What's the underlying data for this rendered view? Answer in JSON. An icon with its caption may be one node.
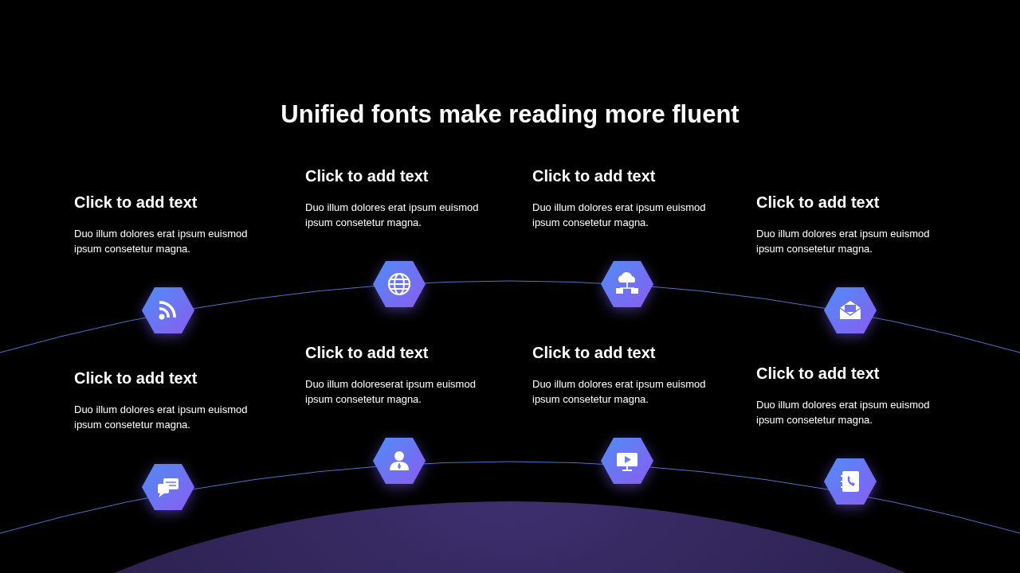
{
  "diagram": {
    "title": "Unified fonts make reading more fluent",
    "labels": [
      "Click to add text",
      "Duo illum dolores erat ipsum euismod ipsum consetetur magna.",
      "Click to add text",
      "Duo illum dolores erat ipsum euismod ipsum consetetur magna.",
      "Click to add text",
      "Duo illum dolores erat ipsum euismod ipsum consetetur magna.",
      "Click to add text",
      "Duo illum dolores erat ipsum euismod ipsum consetetur magna.",
      "Click to add text",
      "Duo illum dolores erat ipsum euismod ipsum consetetur magna.",
      "Click to add text",
      "Duo illum doloreserat ipsum euismod ipsum consetetur magna.",
      "Click to add text",
      "Duo illum dolores erat ipsum euismod ipsum consetetur magna.",
      "Click to add text",
      "Duo illum dolores erat ipsum euismod ipsum consetetur magna."
    ]
  }
}
